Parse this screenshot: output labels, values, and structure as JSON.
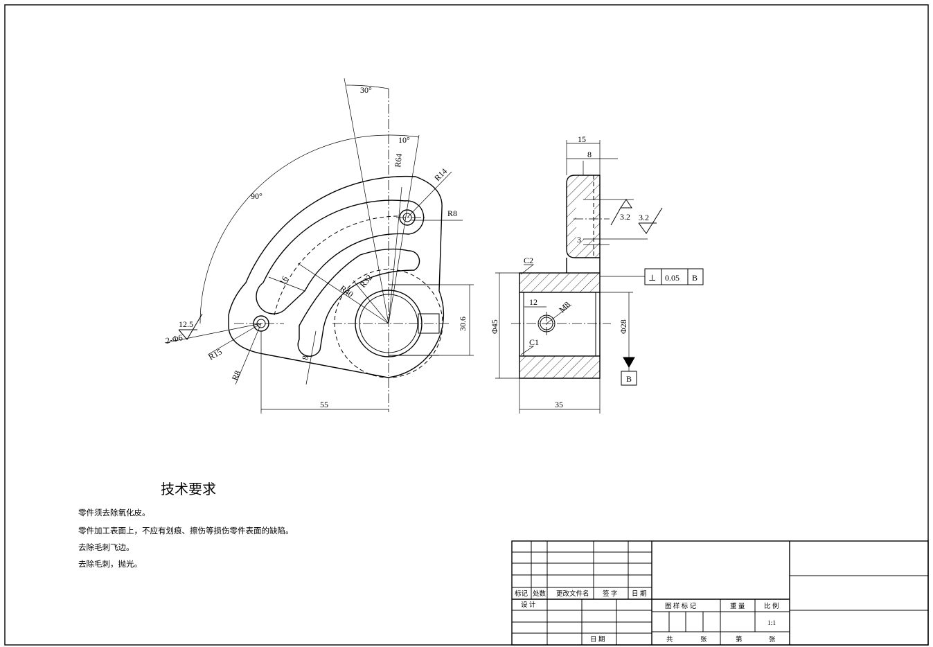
{
  "technical_requirements": {
    "title": "技术要求",
    "items": [
      "零件须去除氧化皮。",
      "零件加工表面上，不应有划痕、擦伤等损伤零件表面的缺陷。",
      "去除毛刺飞边。",
      "去除毛刺，抛光。"
    ]
  },
  "front_view": {
    "angle_30": "30°",
    "angle_10": "10°",
    "angle_90": "90°",
    "r64": "R64",
    "r14": "R14",
    "r8_top": "R8",
    "r40": "R40",
    "r32": "R32",
    "d16": "16",
    "d12_5": "12.5",
    "holes": "2-Φ6",
    "r15": "R15",
    "r8_bottom": "R8",
    "d8": "8",
    "d30_6": "30.6",
    "d55": "55"
  },
  "side_view": {
    "d15": "15",
    "d8": "8",
    "rough_a": "3.2",
    "rough_b": "3.2",
    "d3": "3",
    "c2": "C2",
    "c1": "C1",
    "d12": "12",
    "m8": "M8",
    "dia45": "Φ45",
    "dia28": "Φ28",
    "d35": "35",
    "tol_symbol": "⊥",
    "tol_value": "0.05",
    "tol_datum": "B",
    "datum_label": "B"
  },
  "title_block": {
    "mark": "标记",
    "count": "处数",
    "change_doc": "更改文件名",
    "signature": "签 字",
    "date": "日 期",
    "design": "设 计",
    "date2": "日 期",
    "drawing_mark": "图 样 标 记",
    "weight": "重 量",
    "scale": "比 例",
    "scale_value": "1:1",
    "total": "共",
    "sheet": "张",
    "number": "第",
    "sheet2": "张"
  }
}
